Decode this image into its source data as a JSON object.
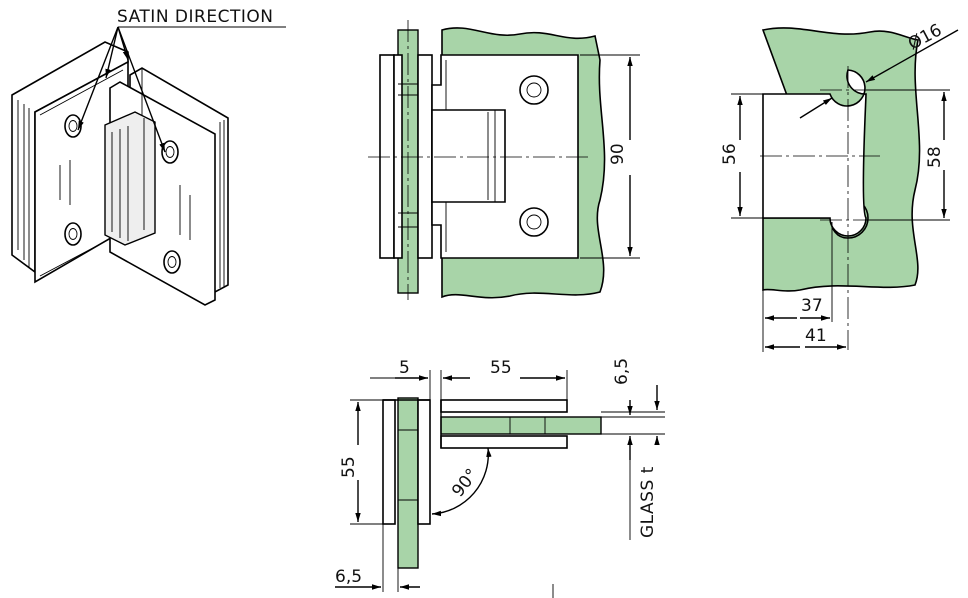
{
  "labels": {
    "satin_direction": "SATIN DIRECTION",
    "glass": "GLASS t"
  },
  "dimensions": {
    "hinge_height": "90",
    "cutout_inner": "56",
    "cutout_outer": "58",
    "hole_diameter": "Ø16",
    "edge_to_hole": "37",
    "edge_to_center": "41",
    "glass_gap": "5",
    "body_length": "55",
    "body_thickness": "55",
    "plate_offset_top": "6,5",
    "plate_offset_bottom": "6,5",
    "angle": "90°"
  },
  "colors": {
    "glass": "#a8d4a8",
    "line": "#000000",
    "metal": "#ffffff"
  }
}
